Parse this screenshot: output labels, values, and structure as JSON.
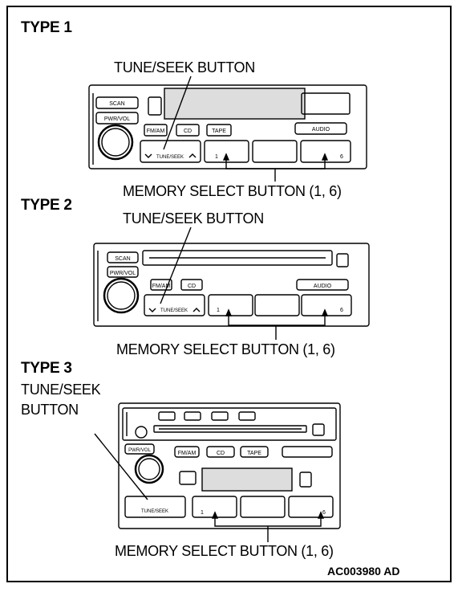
{
  "type1": {
    "title": "TYPE 1",
    "tune_label": "TUNE/SEEK BUTTON",
    "memory_label": "MEMORY SELECT BUTTON (1, 6)",
    "buttons": {
      "scan": "SCAN",
      "pwr": "PWR/VOL",
      "fmam": "FM/AM",
      "cd": "CD",
      "tape": "TAPE",
      "audio": "AUDIO",
      "tune": "TUNE/SEEK",
      "m1": "1",
      "m6": "6"
    }
  },
  "type2": {
    "title": "TYPE 2",
    "tune_label": "TUNE/SEEK BUTTON",
    "memory_label": "MEMORY SELECT BUTTON (1, 6)",
    "buttons": {
      "scan": "SCAN",
      "pwr": "PWR/VOL",
      "fmam": "FM/AM",
      "cd": "CD",
      "audio": "AUDIO",
      "tune": "TUNE/SEEK",
      "m1": "1",
      "m6": "6"
    }
  },
  "type3": {
    "title": "TYPE 3",
    "tune_label_line1": "TUNE/SEEK",
    "tune_label_line2": "BUTTON",
    "memory_label": "MEMORY SELECT BUTTON (1, 6)",
    "buttons": {
      "pwr": "PWR/VOL",
      "fmam": "FM/AM",
      "cd": "CD",
      "tape": "TAPE",
      "tune": "TUNE/SEEK",
      "m1": "1",
      "m6": "6"
    }
  },
  "figure_code": "AC003980 AD"
}
